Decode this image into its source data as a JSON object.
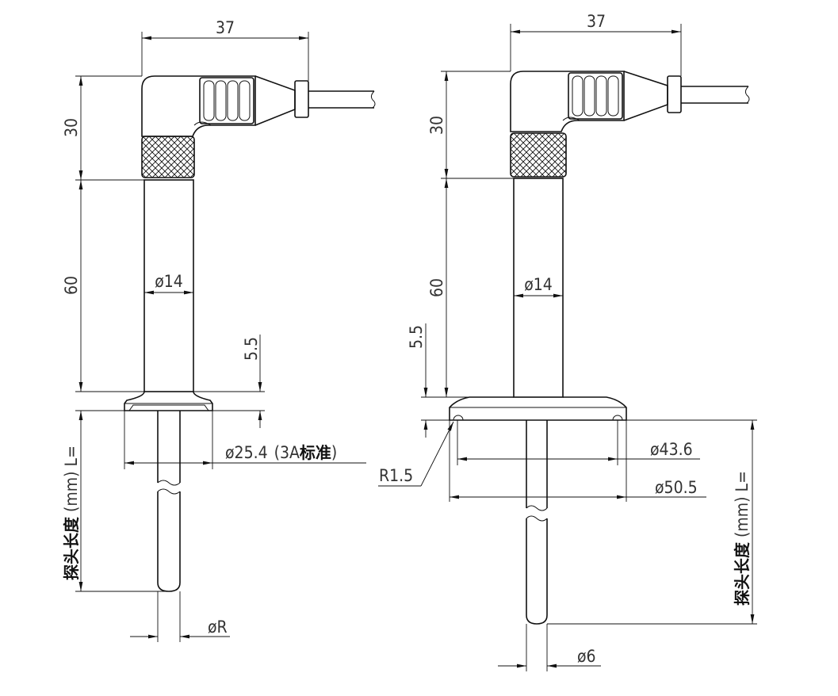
{
  "left": {
    "width_dim": "37",
    "head_height_dim": "30",
    "shaft_length_dim": "60",
    "shaft_diameter_dim": "ø14",
    "clamp_height_dim": "5.5",
    "flange_diameter_dim": "ø25.4",
    "flange_standard_dim": "(3A",
    "flange_standard_cn": "标准",
    "flange_standard_close": ")",
    "probe_length_cn": "探头长度",
    "probe_length_unit": "(mm) L=",
    "probe_diameter_dim": "øR"
  },
  "right": {
    "width_dim": "37",
    "head_height_dim": "30",
    "shaft_length_dim": "60",
    "shaft_diameter_dim": "ø14",
    "clamp_height_dim": "5.5",
    "inner_diameter_dim": "ø43.6",
    "outer_diameter_dim": "ø50.5",
    "radius_dim": "R1.5",
    "probe_length_cn": "探头长度",
    "probe_length_unit": "(mm) L=",
    "probe_diameter_dim": "ø6"
  }
}
